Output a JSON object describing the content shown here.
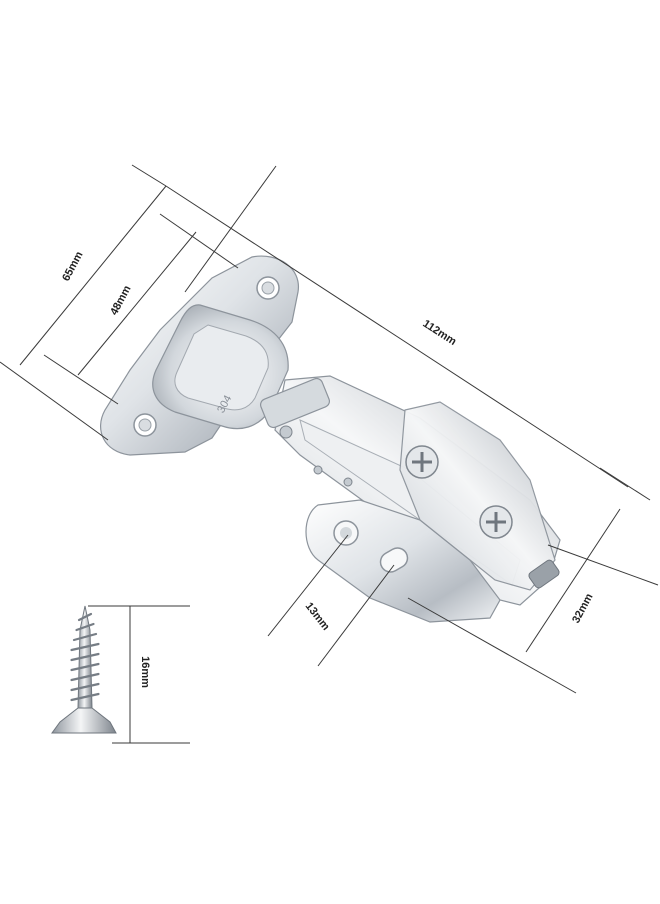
{
  "dimensions": {
    "overall_length": "112mm",
    "outer_width": "65mm",
    "cup_width": "48mm",
    "plate_height": "32mm",
    "hole_spacing": "13mm",
    "screw_length": "16mm"
  },
  "stamp": "304",
  "colors": {
    "background": "#ffffff",
    "line": "#3a3a3a",
    "text": "#222222",
    "metal_light": "#f2f4f6",
    "metal_mid": "#c9ced4",
    "metal_dark": "#8d949c"
  }
}
